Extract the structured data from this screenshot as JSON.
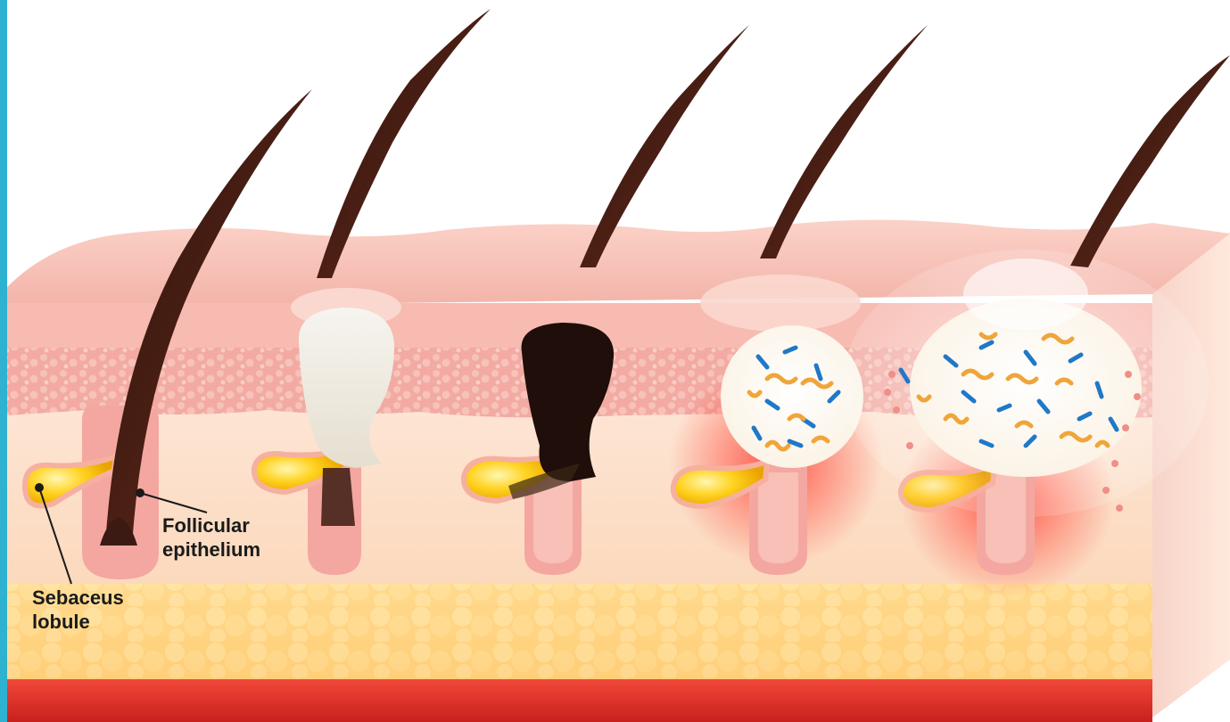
{
  "labels": {
    "follicular_line1": "Follicular",
    "follicular_line2": "epithelium",
    "sebaceus_line1": "Sebaceus",
    "sebaceus_line2": "lobule"
  },
  "colors": {
    "left_frame": "#2fb2cf",
    "skin_surface": "#f7c4bb",
    "epidermis": "#f0a9a0",
    "dermis": "#fce0cc",
    "fat": "#ffd889",
    "muscle": "#e8302b",
    "hair": "#3a1a12",
    "sebum": "#ffd21f",
    "whitehead_plug": "#f4f1ea",
    "blackhead_plug": "#1f0e0a",
    "inflammation": "#ff3b2f",
    "bacteria_blue": "#1f78c8",
    "bacteria_orange": "#f0a53a"
  },
  "stages": [
    {
      "id": "normal-follicle",
      "contents": "hair"
    },
    {
      "id": "whitehead",
      "contents": "white-plug"
    },
    {
      "id": "blackhead",
      "contents": "black-plug"
    },
    {
      "id": "papule",
      "contents": "bacteria"
    },
    {
      "id": "pustule",
      "contents": "bacteria-spreading"
    }
  ]
}
